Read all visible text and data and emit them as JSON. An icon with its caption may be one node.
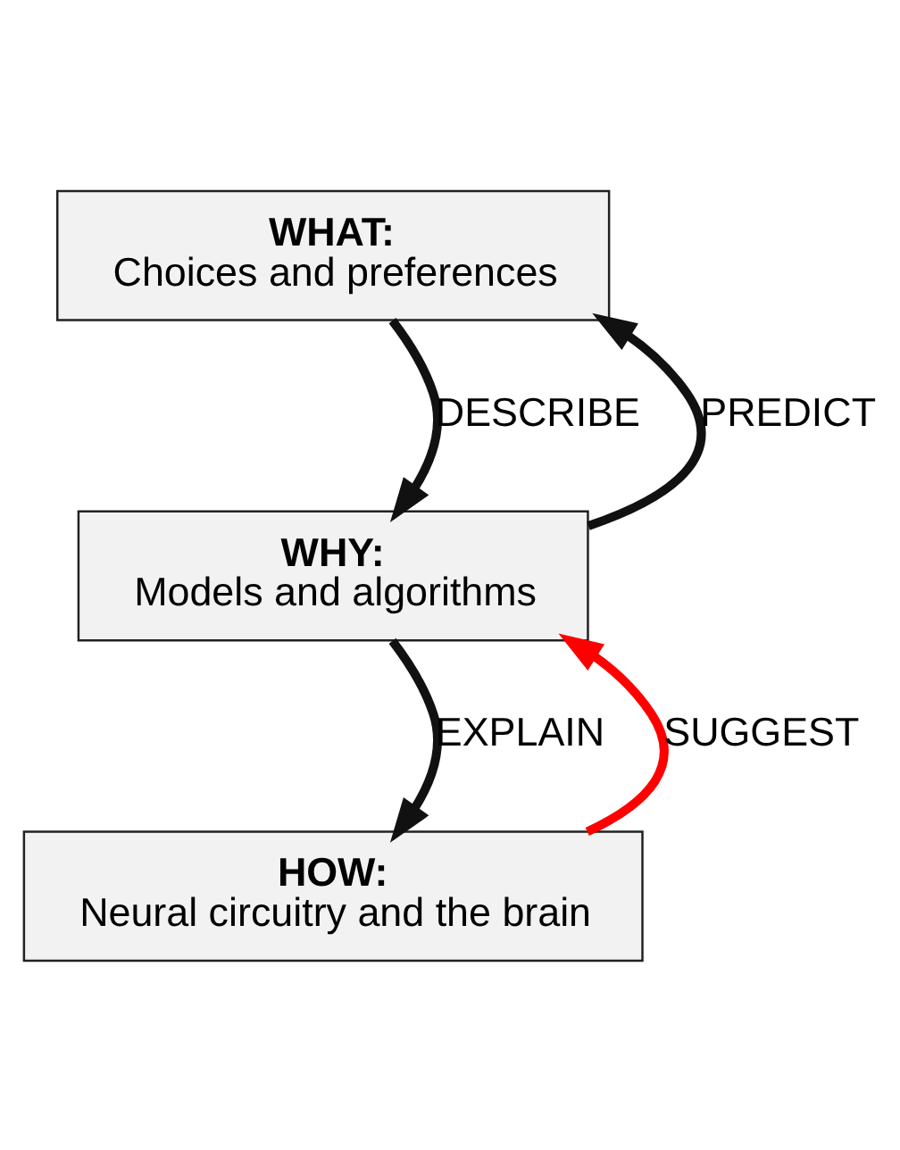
{
  "diagram": {
    "nodes": [
      {
        "text": [
          "WHAT:",
          "Choices and preferences"
        ]
      },
      {
        "text": [
          "WHY:",
          "Models and algorithms"
        ]
      },
      {
        "text": [
          "HOW:",
          "Neural circuitry and the brain"
        ]
      }
    ],
    "edges": [
      {
        "from": 0,
        "to": 1,
        "arrow": "to",
        "label": "DESCRIBE"
      },
      {
        "from": 1,
        "to": 0,
        "arrow": "to",
        "label": "PREDICT"
      },
      {
        "from": 1,
        "to": 2,
        "arrow": "to",
        "label": "EXPLAIN"
      },
      {
        "from": 2,
        "to": 1,
        "arrow": "to",
        "label": "SUGGEST",
        "color": "#ff0000"
      }
    ]
  }
}
